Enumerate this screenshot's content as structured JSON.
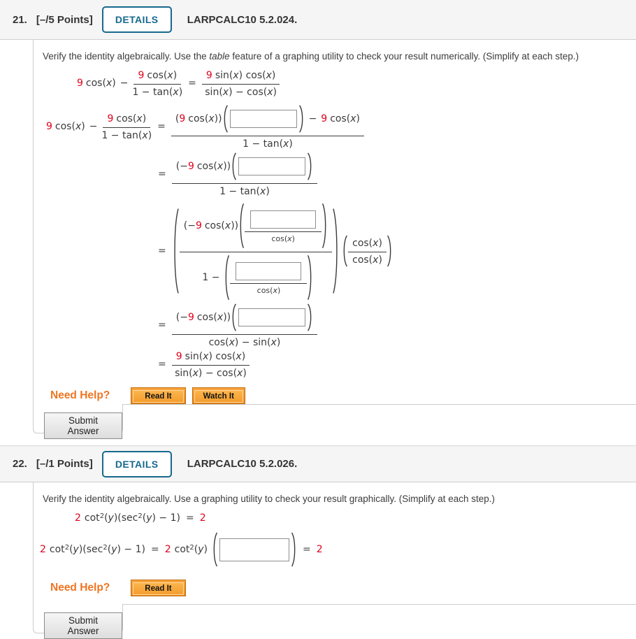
{
  "colors": {
    "accent_blue": "#17698e",
    "math_red": "#e0001b",
    "help_orange": "#ef7522",
    "band_bg": "#f5f5f5"
  },
  "math": {
    "nine": "9",
    "two": "2",
    "lp": "(",
    "neg_lp": "(−",
    "cos": "cos(x)",
    "cos_close": "cos(x))",
    "sin_cos": "sin(x) cos(x)",
    "minus": "−",
    "eq": "=",
    "one_minus_tan": "1 − tan(x)",
    "sin_minus_cos": "sin(x) − cos(x)",
    "cos_minus_sin": "cos(x) − sin(x)",
    "one_minus": "1 −",
    "cot": "cot",
    "sup2": "2",
    "y_sec": "(y)(sec",
    "y_minus_one": "(y) − 1)",
    "y_p": "(y)"
  },
  "p21": {
    "number": "21.",
    "points": "[–/5 Points]",
    "details": "DETAILS",
    "source": "LARPCALC10 5.2.024.",
    "instr_pre": "Verify the identity algebraically. Use the ",
    "instr_italic": "table",
    "instr_post": " feature of a graphing utility to check your result numerically. (Simplify at each step.)",
    "need_help": "Need Help?",
    "read_it": "Read It",
    "watch_it": "Watch It",
    "submit": "Submit Answer"
  },
  "p22": {
    "number": "22.",
    "points": "[–/1 Points]",
    "details": "DETAILS",
    "source": "LARPCALC10 5.2.026.",
    "instr": "Verify the identity algebraically. Use a graphing utility to check your result graphically. (Simplify at each step.)",
    "need_help": "Need Help?",
    "read_it": "Read It",
    "submit": "Submit Answer"
  }
}
